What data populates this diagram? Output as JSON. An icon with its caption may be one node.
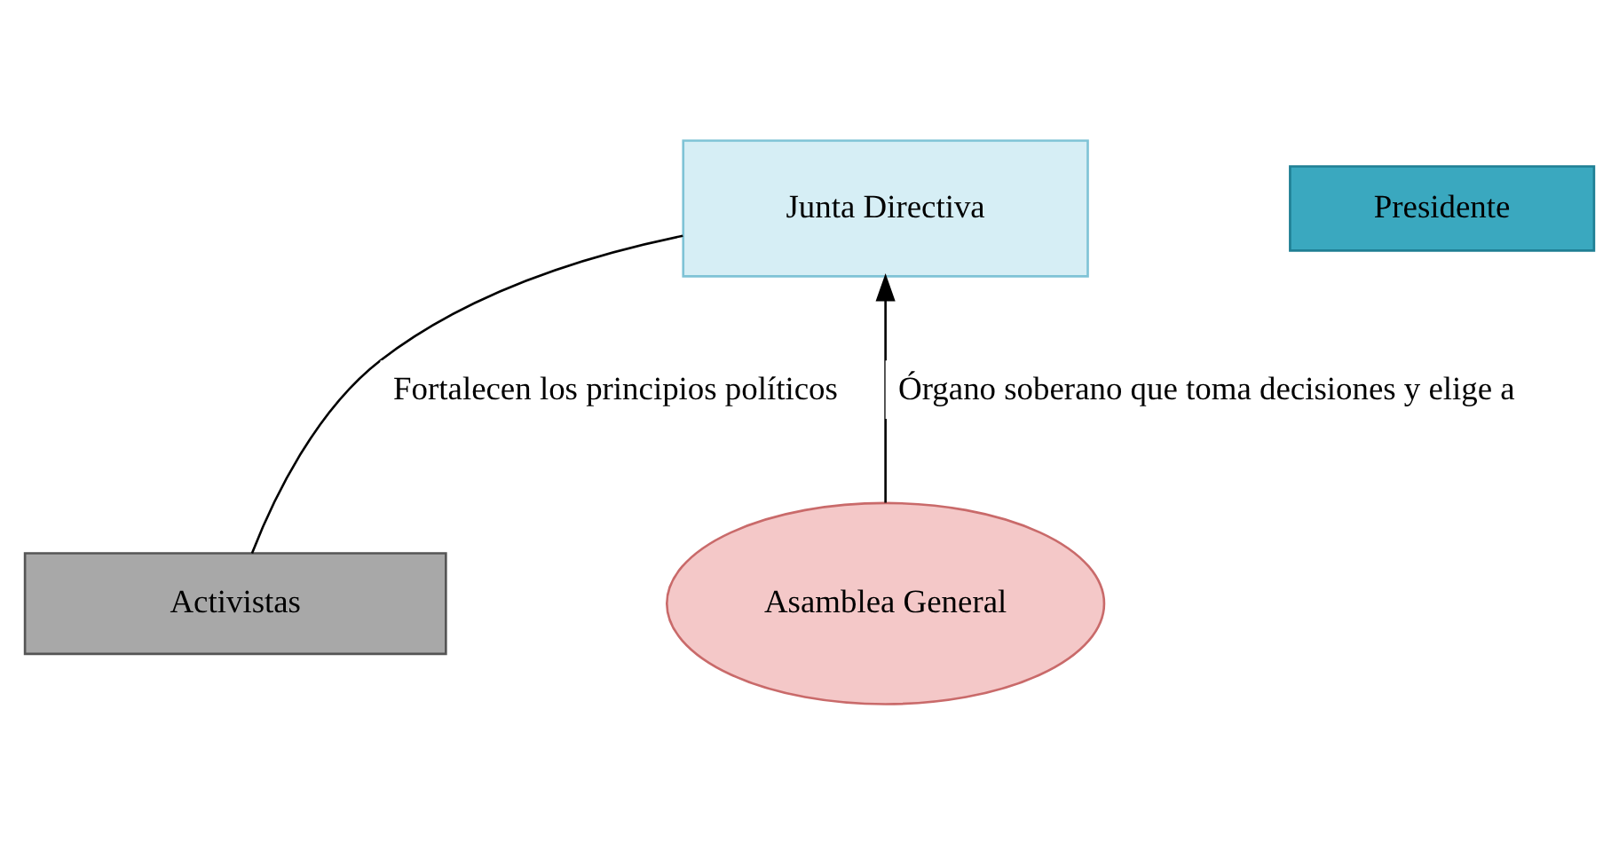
{
  "diagram": {
    "nodes": [
      {
        "text": [
          "Junta Directiva"
        ]
      },
      {
        "text": [
          "Presidente"
        ]
      },
      {
        "text": [
          "Asamblea General"
        ]
      },
      {
        "text": [
          "Activistas"
        ]
      }
    ],
    "edges": [
      {
        "from": 2,
        "to": 0,
        "arrow": "to",
        "label": "Órgano soberano que toma decisiones y elige a"
      },
      {
        "from": 0,
        "to": 3,
        "arrow": "none",
        "label": "Fortalecen los principios políticos"
      }
    ]
  }
}
